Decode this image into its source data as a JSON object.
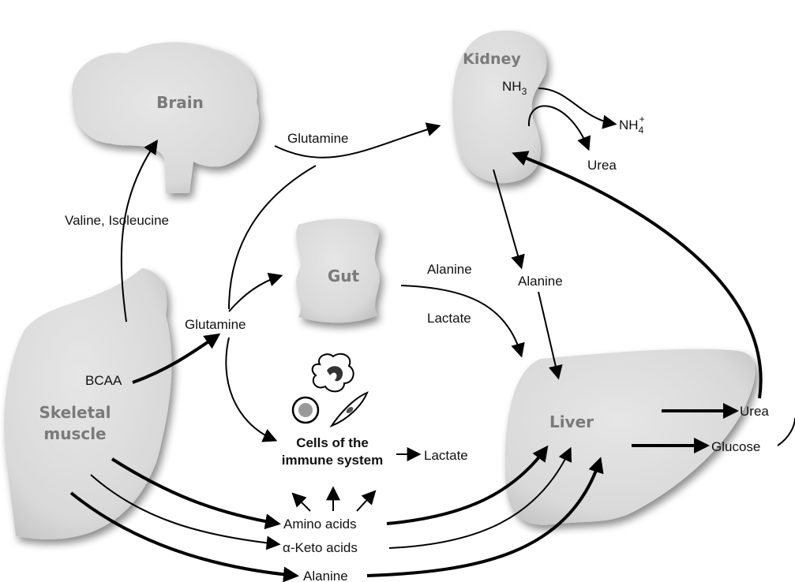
{
  "organs": {
    "brain": "Brain",
    "kidney": "Kidney",
    "gut": "Gut",
    "liver": "Liver",
    "muscle_line1": "Skeletal",
    "muscle_line2": "muscle"
  },
  "labels": {
    "valine_isoleucine": "Valine, Isoleucine",
    "glutamine_top": "Glutamine",
    "glutamine_mid": "Glutamine",
    "bcaa": "BCAA",
    "alanine_gut": "Alanine",
    "lactate_gut": "Lactate",
    "alanine_kidney": "Alanine",
    "nh3": "NH",
    "nh3_sub": "3",
    "nh4": "NH",
    "nh4_sup": "+",
    "nh4_sub": "4",
    "urea_kidney": "Urea",
    "immune_line1": "Cells of the",
    "immune_line2": "immune system",
    "lactate_immune": "Lactate",
    "urea_liver": "Urea",
    "glucose": "Glucose",
    "amino_acids": "Amino acids",
    "keto_acids": "α-Keto acids",
    "alanine_bottom": "Alanine"
  }
}
